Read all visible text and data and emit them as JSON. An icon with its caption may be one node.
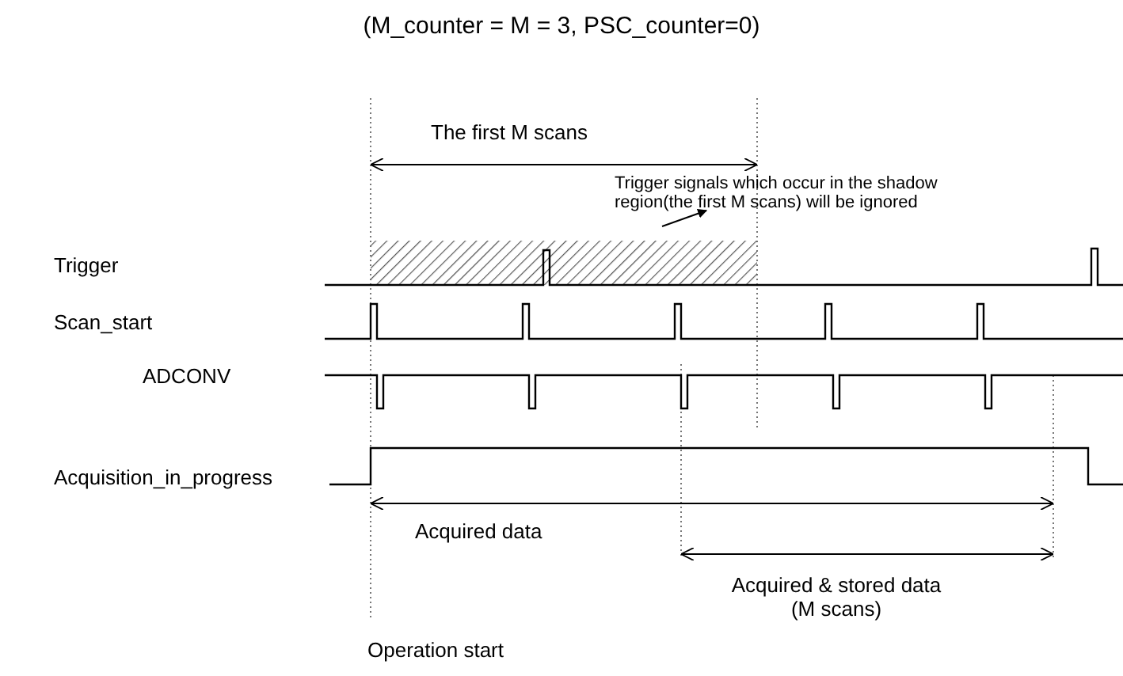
{
  "diagram": {
    "title": "(M_counter = M = 3, PSC_counter=0)",
    "nodes": [
      {
        "text": [
          "Trigger signals which occur in the shadow region(the first M scans) will be ignored"
        ]
      },
      {
        "text": [],
        "shape": "box"
      }
    ],
    "edges": [
      {
        "from": 1,
        "to": 0,
        "arrow": "to"
      }
    ],
    "labels": [
      "The first M scans",
      "Trigger",
      "Scan_start",
      "ADCONV",
      "Acquisition_in_progress",
      "Acquired data",
      "Acquired & stored data (M scans)",
      "Operation start"
    ]
  }
}
